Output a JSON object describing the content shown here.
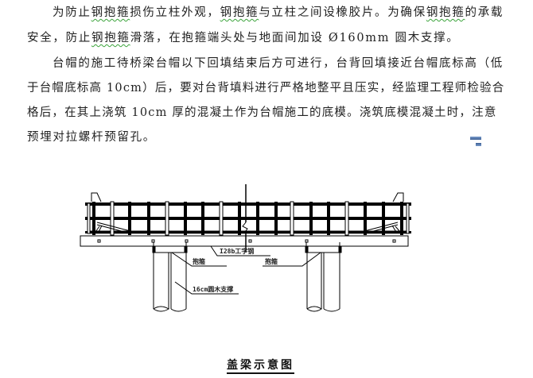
{
  "document": {
    "paragraph1": {
      "line1": {
        "pre": "为防止",
        "term1": "钢抱箍",
        "mid1": "损伤立柱外观，",
        "term2": "钢抱箍",
        "mid2": "与立柱之间设橡胶片。为确保",
        "term3": "钢抱箍",
        "post": "的承载"
      },
      "line2": {
        "pre": "安全，防止",
        "term1": "钢抱箍",
        "post": "滑落，在抱箍端头处与地面间加设 Ø160mm 圆木支撑。"
      }
    },
    "paragraph2": {
      "lines": [
        "台帽的施工待桥梁台帽以下回填结束后方可进行，台背回填接近台帽底标高（低",
        "于台帽底标高 10cm）后，要对台背填料进行严格地整平且压实，经监理工程师检验合",
        "格后，在其上浇筑 10cm 厚的混凝土作为台帽施工的底模。浇筑底模混凝土时，注意",
        "预埋对拉螺杆预留孔。"
      ]
    },
    "spellcheck_color": "#3aa33a",
    "nav_marker_icon": "table-move-handle-icon"
  },
  "diagram": {
    "labels": {
      "i_beam": "I28b工字钢",
      "hoop_left": "抱箍",
      "hoop_right": "抱箍",
      "timber_support": "16cm圆木支撑"
    },
    "caption": "盖梁示意图"
  }
}
